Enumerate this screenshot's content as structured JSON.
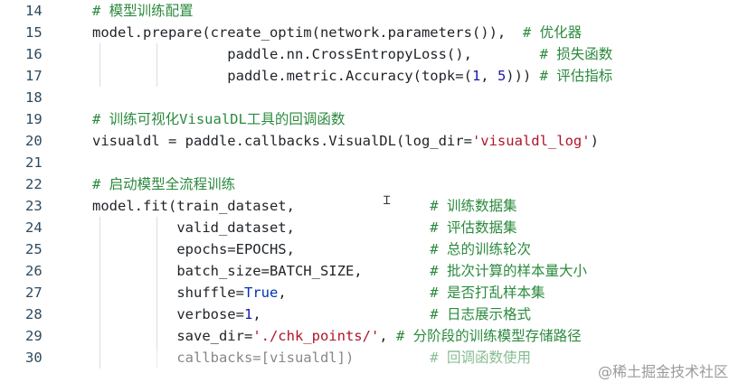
{
  "colors": {
    "comment": "#2b8a3e",
    "string": "#b0142b",
    "number": "#1a1aa6",
    "keyword": "#0033b3",
    "text": "#1f2328",
    "line_number": "#2e4a5e"
  },
  "lines": [
    {
      "num": "14",
      "parts": [
        {
          "t": "# 模型训练配置",
          "c": "comment"
        }
      ]
    },
    {
      "num": "15",
      "parts": [
        {
          "t": "model.prepare(create_optim(network.parameters()),  ",
          "c": ""
        },
        {
          "t": "# 优化器",
          "c": "comment"
        }
      ]
    },
    {
      "num": "16",
      "parts": [
        {
          "t": "                paddle.nn.CrossEntropyLoss(),        ",
          "c": ""
        },
        {
          "t": "# 损失函数",
          "c": "comment"
        }
      ]
    },
    {
      "num": "17",
      "parts": [
        {
          "t": "                paddle.metric.Accuracy(topk=(",
          "c": ""
        },
        {
          "t": "1",
          "c": "number"
        },
        {
          "t": ", ",
          "c": ""
        },
        {
          "t": "5",
          "c": "number"
        },
        {
          "t": "))) ",
          "c": ""
        },
        {
          "t": "# 评估指标",
          "c": "comment"
        }
      ]
    },
    {
      "num": "18",
      "parts": []
    },
    {
      "num": "19",
      "parts": [
        {
          "t": "# 训练可视化VisualDL工具的回调函数",
          "c": "comment"
        }
      ]
    },
    {
      "num": "20",
      "parts": [
        {
          "t": "visualdl = paddle.callbacks.VisualDL(log_dir=",
          "c": ""
        },
        {
          "t": "'visualdl_log'",
          "c": "string"
        },
        {
          "t": ")",
          "c": ""
        }
      ]
    },
    {
      "num": "21",
      "parts": []
    },
    {
      "num": "22",
      "parts": [
        {
          "t": "# 启动模型全流程训练",
          "c": "comment"
        }
      ]
    },
    {
      "num": "23",
      "parts": [
        {
          "t": "model.fit(train_dataset,                ",
          "c": ""
        },
        {
          "t": "# 训练数据集",
          "c": "comment"
        }
      ]
    },
    {
      "num": "24",
      "parts": [
        {
          "t": "          valid_dataset,                ",
          "c": ""
        },
        {
          "t": "# 评估数据集",
          "c": "comment"
        }
      ]
    },
    {
      "num": "25",
      "parts": [
        {
          "t": "          epochs=EPOCHS,                ",
          "c": ""
        },
        {
          "t": "# 总的训练轮次",
          "c": "comment"
        }
      ]
    },
    {
      "num": "26",
      "parts": [
        {
          "t": "          batch_size=BATCH_SIZE,        ",
          "c": ""
        },
        {
          "t": "# 批次计算的样本量大小",
          "c": "comment"
        }
      ]
    },
    {
      "num": "27",
      "parts": [
        {
          "t": "          shuffle=",
          "c": ""
        },
        {
          "t": "True",
          "c": "keyword"
        },
        {
          "t": ",                 ",
          "c": ""
        },
        {
          "t": "# 是否打乱样本集",
          "c": "comment"
        }
      ]
    },
    {
      "num": "28",
      "parts": [
        {
          "t": "          verbose=",
          "c": ""
        },
        {
          "t": "1",
          "c": "number"
        },
        {
          "t": ",                    ",
          "c": ""
        },
        {
          "t": "# 日志展示格式",
          "c": "comment"
        }
      ]
    },
    {
      "num": "29",
      "parts": [
        {
          "t": "          save_dir=",
          "c": ""
        },
        {
          "t": "'./chk_points/'",
          "c": "string"
        },
        {
          "t": ", ",
          "c": ""
        },
        {
          "t": "# 分阶段的训练模型存储路径",
          "c": "comment"
        }
      ]
    },
    {
      "num": "30",
      "parts": [
        {
          "t": "          callbacks=[visualdl])         ",
          "c": ""
        },
        {
          "t": "# 回调函数使用",
          "c": "comment"
        }
      ]
    }
  ],
  "watermark": "@稀土掘金技术社区"
}
